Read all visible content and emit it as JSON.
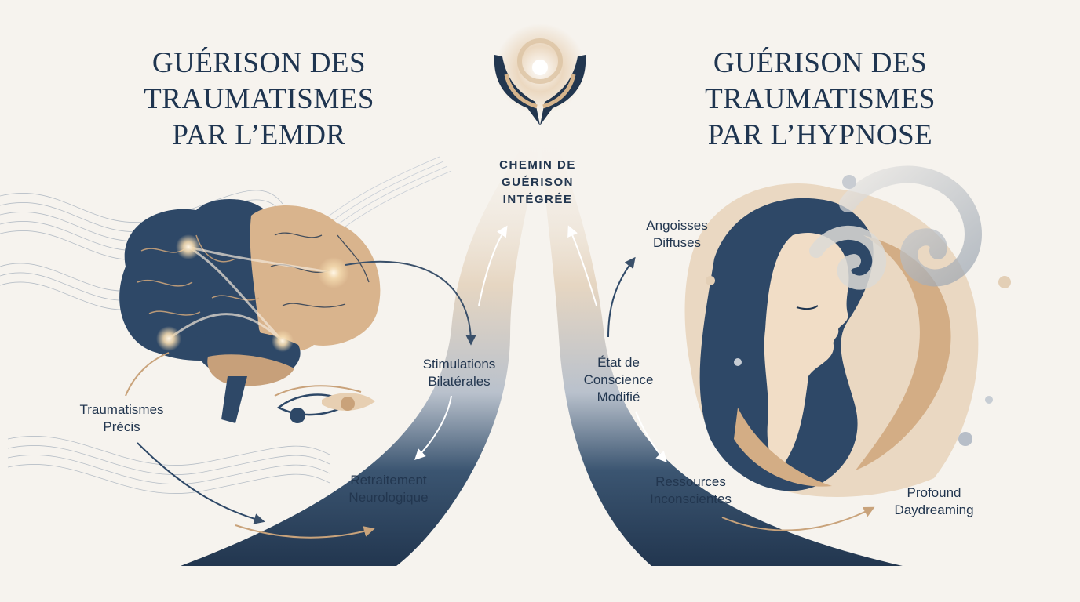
{
  "left_title": [
    "GUÉRISON DES",
    "TRAUMATISMES",
    "PAR L’EMDR"
  ],
  "right_title": [
    "GUÉRISON DES",
    "TRAUMATISMES",
    "PAR L’HYPNOSE"
  ],
  "center_label": [
    "CHEMIN DE",
    "GUÉRISON",
    "INTÉGRÉE"
  ],
  "labels": {
    "traumatismes_precis": [
      "Traumatismes",
      "Précis"
    ],
    "stimulations_bilaterales": [
      "Stimulations",
      "Bilatérales"
    ],
    "retraitement_neurologique": [
      "Retraitement",
      "Neurologique"
    ],
    "angoisses_diffuses": [
      "Angoisses",
      "Diffuses"
    ],
    "etat_conscience": [
      "État de",
      "Conscience",
      "Modifié"
    ],
    "ressources_inconscientes": [
      "Ressources",
      "Inconscientes"
    ],
    "profound_daydreaming": [
      "Profound",
      "Daydreaming"
    ]
  },
  "colors": {
    "navy": "#22364f",
    "tan": "#d8b48c",
    "cream": "#f6f3ee",
    "grey_blue": "#8a98a8"
  },
  "icons": [
    "brain-icon",
    "eye-icon",
    "hands-icon",
    "woman-profile-icon",
    "swirl-icon"
  ]
}
